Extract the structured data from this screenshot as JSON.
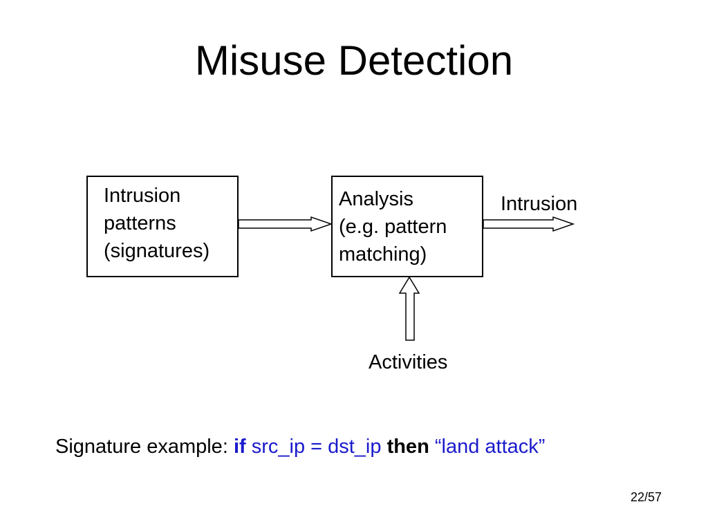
{
  "title": "Misuse Detection",
  "diagram": {
    "patterns_box": {
      "lines": [
        "Intrusion",
        "patterns",
        "(signatures)"
      ]
    },
    "analysis_box": {
      "lines": [
        "Analysis",
        "(e.g. pattern",
        "matching)"
      ]
    },
    "output_label": "Intrusion",
    "input_label": "Activities"
  },
  "signature": {
    "prefix": "Signature example: ",
    "if_keyword": "if",
    "condition": " src_ip = dst_ip ",
    "then_keyword": "then",
    "result": " “land attack”"
  },
  "page_number": "22/57"
}
